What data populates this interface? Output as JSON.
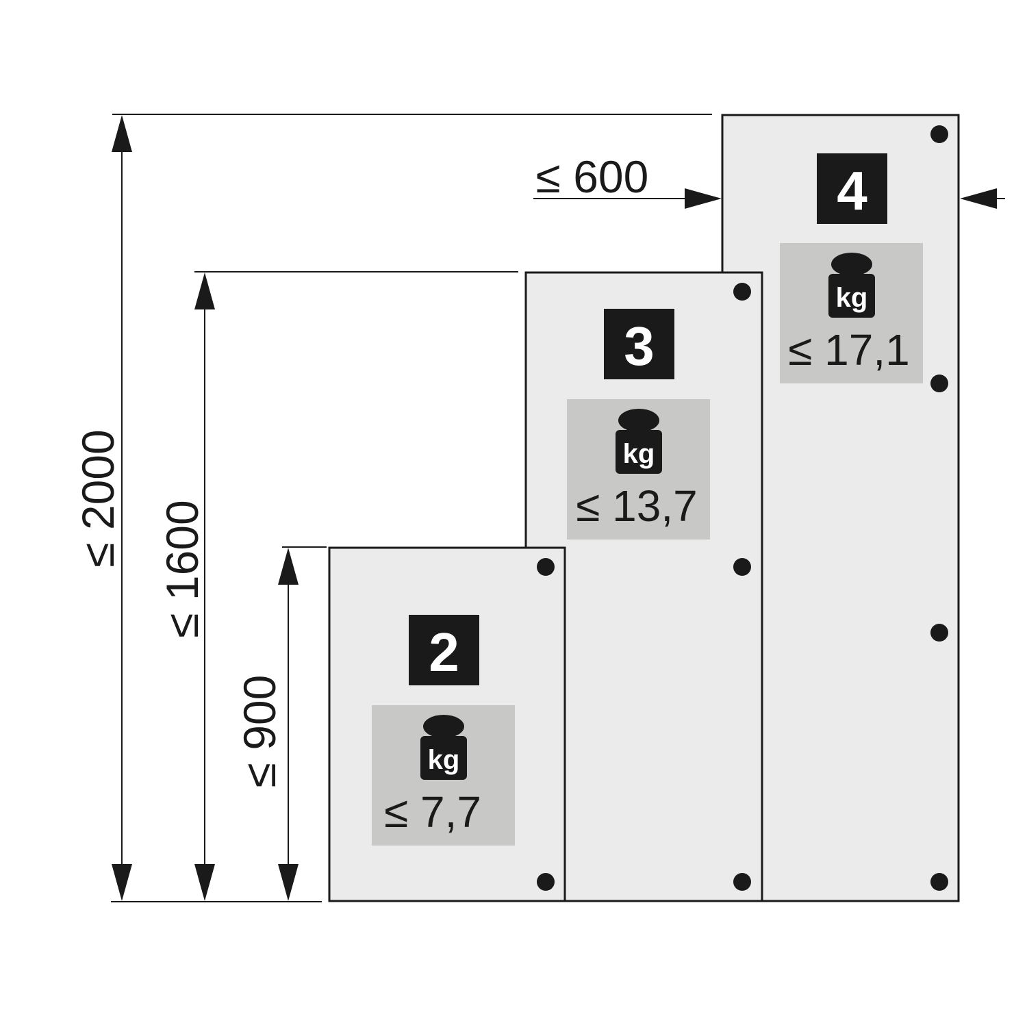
{
  "colors": {
    "door_fill": "#ebebeb",
    "weight_box_fill": "#c8c8c6",
    "ink": "#1a1a1a",
    "background": "#ffffff"
  },
  "dimensions": {
    "width_label": "≤ 600",
    "height_labels": {
      "h2000": "≤ 2000",
      "h1600": "≤ 1600",
      "h900": "≤ 900"
    }
  },
  "doors": [
    {
      "hinges_label": "2",
      "weight_label": "≤ 7,7",
      "weight_icon": "kg-weight-icon",
      "kg_label": "kg"
    },
    {
      "hinges_label": "3",
      "weight_label": "≤ 13,7",
      "weight_icon": "kg-weight-icon",
      "kg_label": "kg"
    },
    {
      "hinges_label": "4",
      "weight_label": "≤ 17,1",
      "weight_icon": "kg-weight-icon",
      "kg_label": "kg"
    }
  ]
}
